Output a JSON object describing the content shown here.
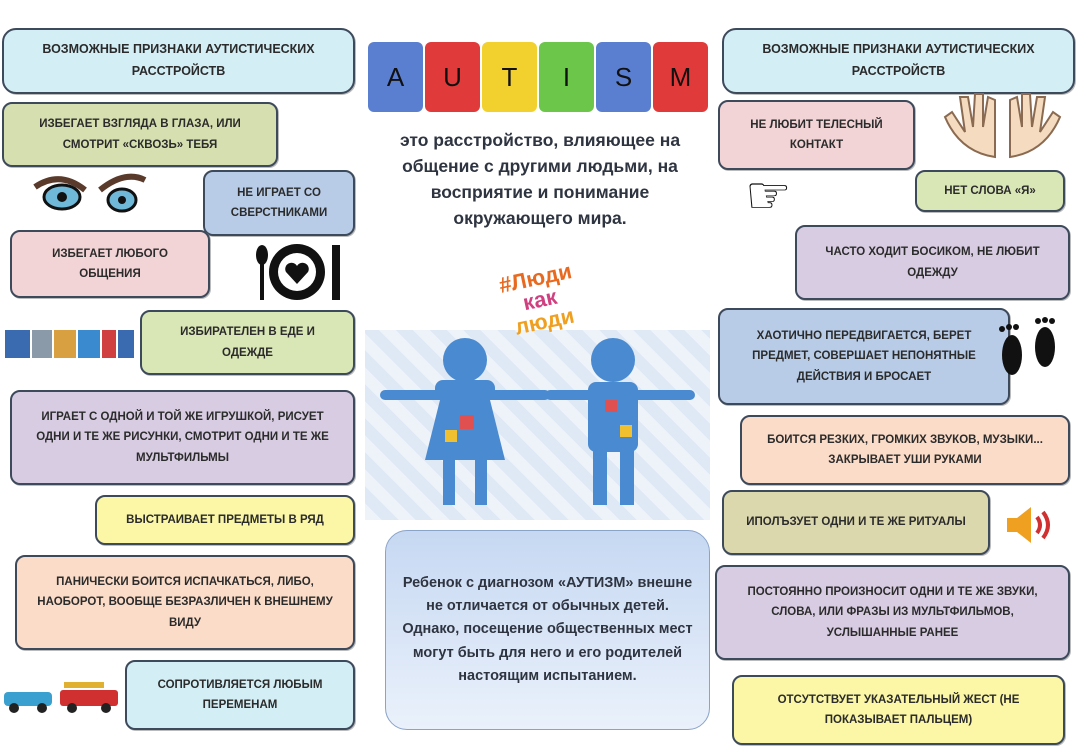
{
  "left": {
    "header": "Возможные признаки аутистических расстройств",
    "items": [
      "Избегает взгляда в глаза, или смотрит «сквозь» тебя",
      "Не играет со сверстниками",
      "Избегает любого общения",
      "Избирателен в еде и одежде",
      "Играет с одной и той же игрушкой, рисует одни и те же рисунки, смотрит одни и те же мультфильмы",
      "Выстраивает предметы в ряд",
      "Панически боится испачкаться, либо, наоборот, вообще безразличен к внешнему виду",
      "Сопротивляется любым переменам"
    ]
  },
  "right": {
    "header": "Возможные признаки аутистических расстройств",
    "items": [
      "Не любит телесный контакт",
      "Нет слова «Я»",
      "Часто ходит босиком, не любит одежду",
      "Хаотично передвигается, берет предмет, совершает непонятные действия и бросает",
      "Боится резких, громких звуков, музыки... закрывает уши руками",
      "Иполъзует одни и те же ритуалы",
      "Постоянно произносит одни и те же звуки, слова, или фразы из мультфильмов, услышанные ранее",
      "Отсутствует указательный жест (не показывает пальцем)"
    ]
  },
  "center": {
    "letters": [
      "A",
      "U",
      "T",
      "I",
      "S",
      "M"
    ],
    "description": "это расстройство, влияющее на общение с другими людьми, на восприятие и понимание окружающего мира.",
    "hashtag": [
      "#Люди",
      "как",
      "люди"
    ],
    "bottom": "Ребенок с диагнозом «АУТИЗМ» внешне не отличается от обычных детей. Однако, посещение общественных мест могут быть для него и его родителей настоящим испытанием."
  },
  "colors": {
    "puzzle": [
      "#5b7fd0",
      "#e03a3a",
      "#f2d12e",
      "#6cc64a",
      "#5b7fd0",
      "#e03a3a"
    ]
  }
}
